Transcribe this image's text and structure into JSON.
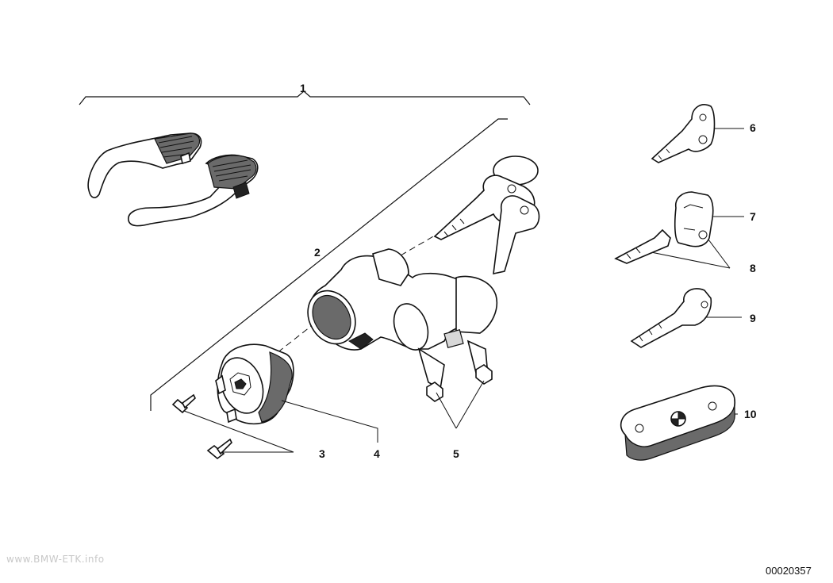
{
  "callouts": {
    "c1": "1",
    "c2": "2",
    "c3": "3",
    "c4": "4",
    "c5": "5",
    "c6": "6",
    "c7": "7",
    "c8": "8",
    "c9": "9",
    "c10": "10"
  },
  "watermark": "www.BMW-ETK.info",
  "diagram_id": "00020357",
  "colors": {
    "line": "#111111",
    "shade": "#6a6a6a",
    "watermark": "#c8c8c8"
  }
}
